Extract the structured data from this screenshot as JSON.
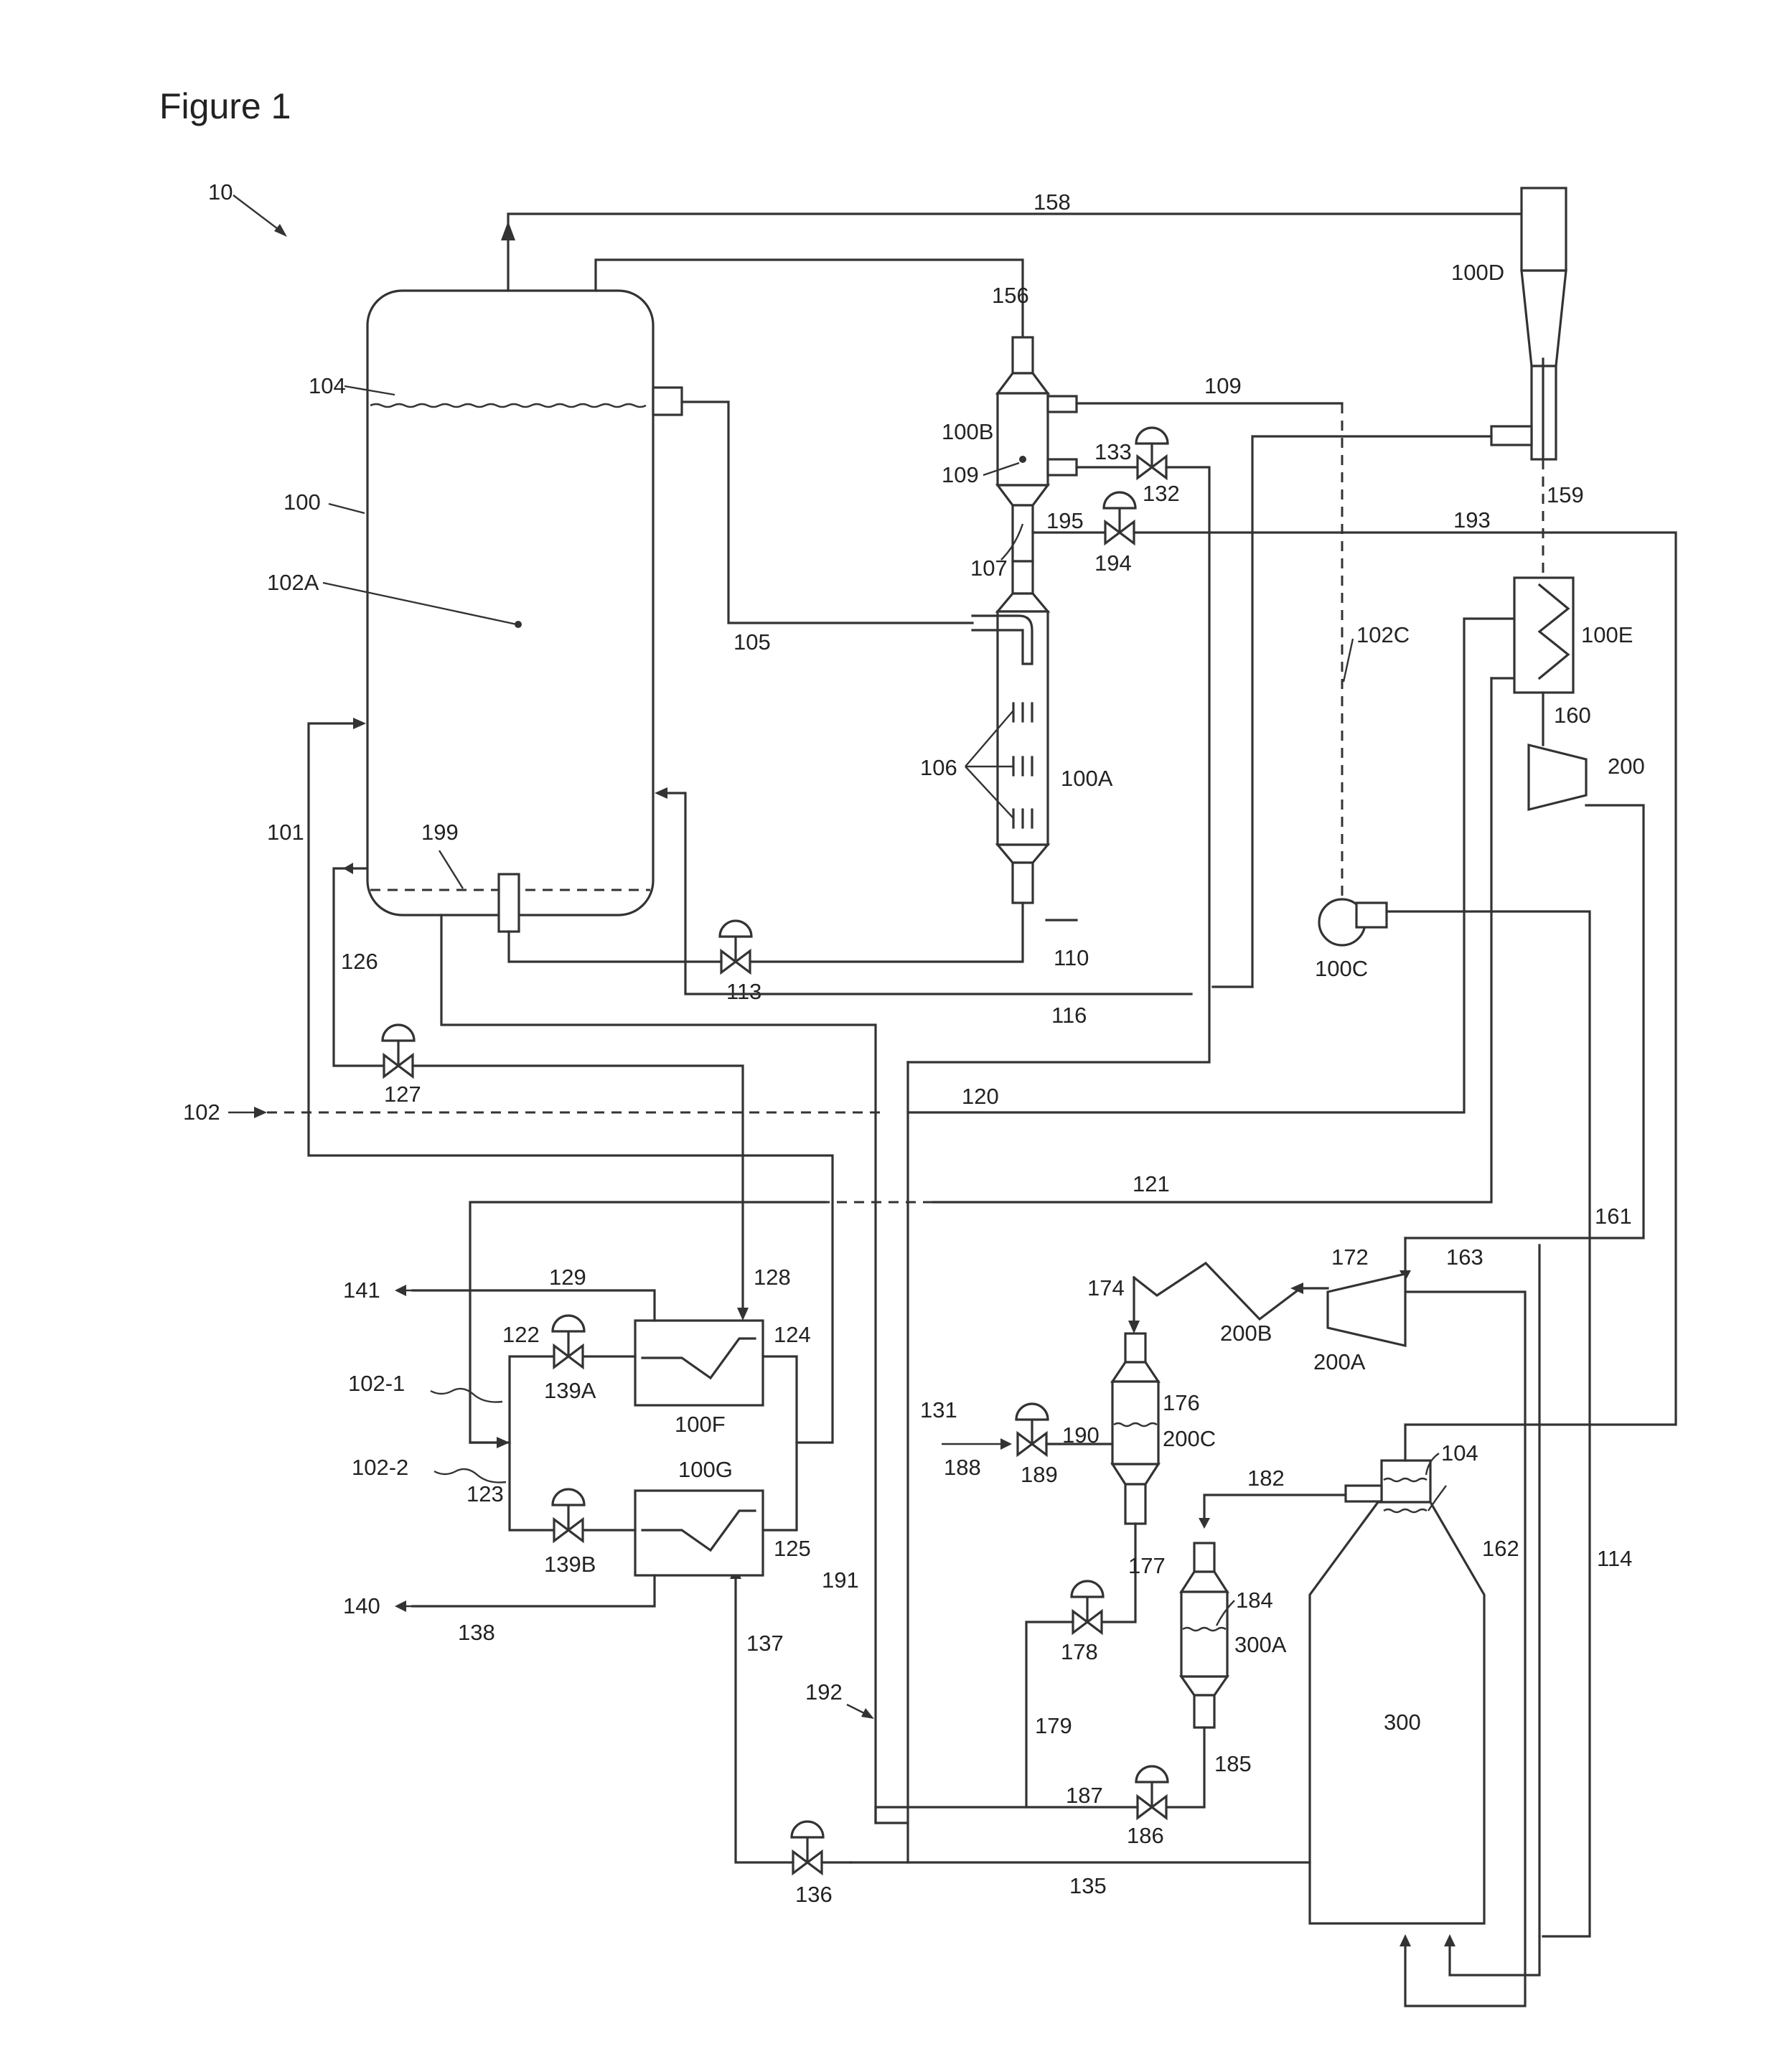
{
  "title": "Figure 1",
  "labels": {
    "system": "10",
    "reactor": "100",
    "reactor_interior": "102A",
    "liquid_level_top": "104",
    "distributor": "199",
    "feed": "102",
    "feed_branch_1": "102-1",
    "feed_branch_2": "102-2",
    "l101": "101",
    "l105": "105",
    "l106": "106",
    "l107": "107",
    "l109a": "109",
    "l109b": "109",
    "l110": "110",
    "l113": "113",
    "l114": "114",
    "l116": "116",
    "l120": "120",
    "l121": "121",
    "l122": "122",
    "l123": "123",
    "l124": "124",
    "l125": "125",
    "l126": "126",
    "l127": "127",
    "l128": "128",
    "l129": "129",
    "l131": "131",
    "l132": "132",
    "l133": "133",
    "l135": "135",
    "l136": "136",
    "l137": "137",
    "l138": "138",
    "l139a": "139A",
    "l139b": "139B",
    "l140": "140",
    "l141": "141",
    "l156": "156",
    "l158": "158",
    "l159": "159",
    "l160": "160",
    "l161": "161",
    "l162": "162",
    "l163": "163",
    "l172": "172",
    "l174": "174",
    "l176": "176",
    "l177": "177",
    "l178": "178",
    "l179": "179",
    "l182": "182",
    "l184": "184",
    "l185": "185",
    "l186": "186",
    "l187": "187",
    "l188": "188",
    "l189": "189",
    "l190": "190",
    "l191": "191",
    "l192": "192",
    "l193": "193",
    "l194": "194",
    "l195": "195",
    "l104b": "104",
    "e100a": "100A",
    "e100b": "100B",
    "e100c": "100C",
    "e100d": "100D",
    "e100e": "100E",
    "e100f": "100F",
    "e100g": "100G",
    "e102c": "102C",
    "e200": "200",
    "e200a": "200A",
    "e200b": "200B",
    "e200c": "200C",
    "e300": "300",
    "e300a": "300A"
  }
}
